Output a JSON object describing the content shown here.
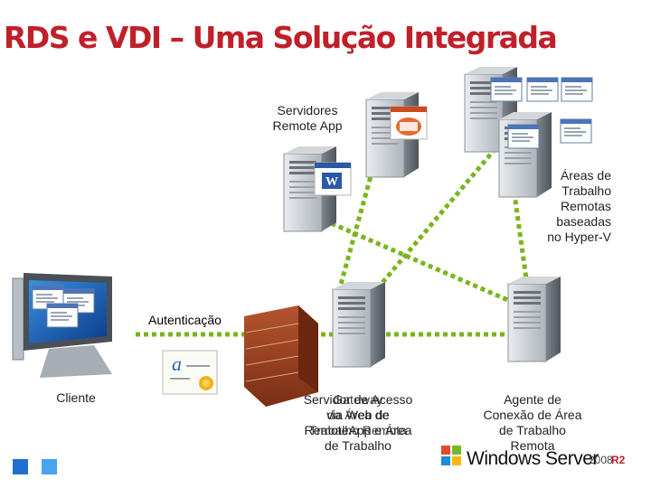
{
  "title": "RDS e VDI – Uma Solução Integrada",
  "labels": {
    "remoteapp_servers": [
      "Servidores",
      "Remote App"
    ],
    "hyperv_desktops": [
      "Áreas de",
      "Trabalho",
      "Remotas",
      "baseadas",
      "no Hyper-V"
    ],
    "authentication": "Autenticação",
    "client": "Cliente",
    "gateway_a": [
      "Servidor de Acesso",
      "via Web de",
      "RemoteApp e Área",
      "de Trabalho"
    ],
    "gateway_b": [
      "Gateway",
      "da Área de",
      "Trabalho Remota"
    ],
    "broker": [
      "Agente de",
      "Conexão de Área",
      "de Trabalho",
      "Remota"
    ]
  },
  "logo": {
    "text": "Windows Server",
    "version": "2008",
    "edition": "R2"
  },
  "colors": {
    "title": "#c0202a",
    "connection_green": "#7ab51d",
    "connection_dark": "#3d6a10"
  }
}
